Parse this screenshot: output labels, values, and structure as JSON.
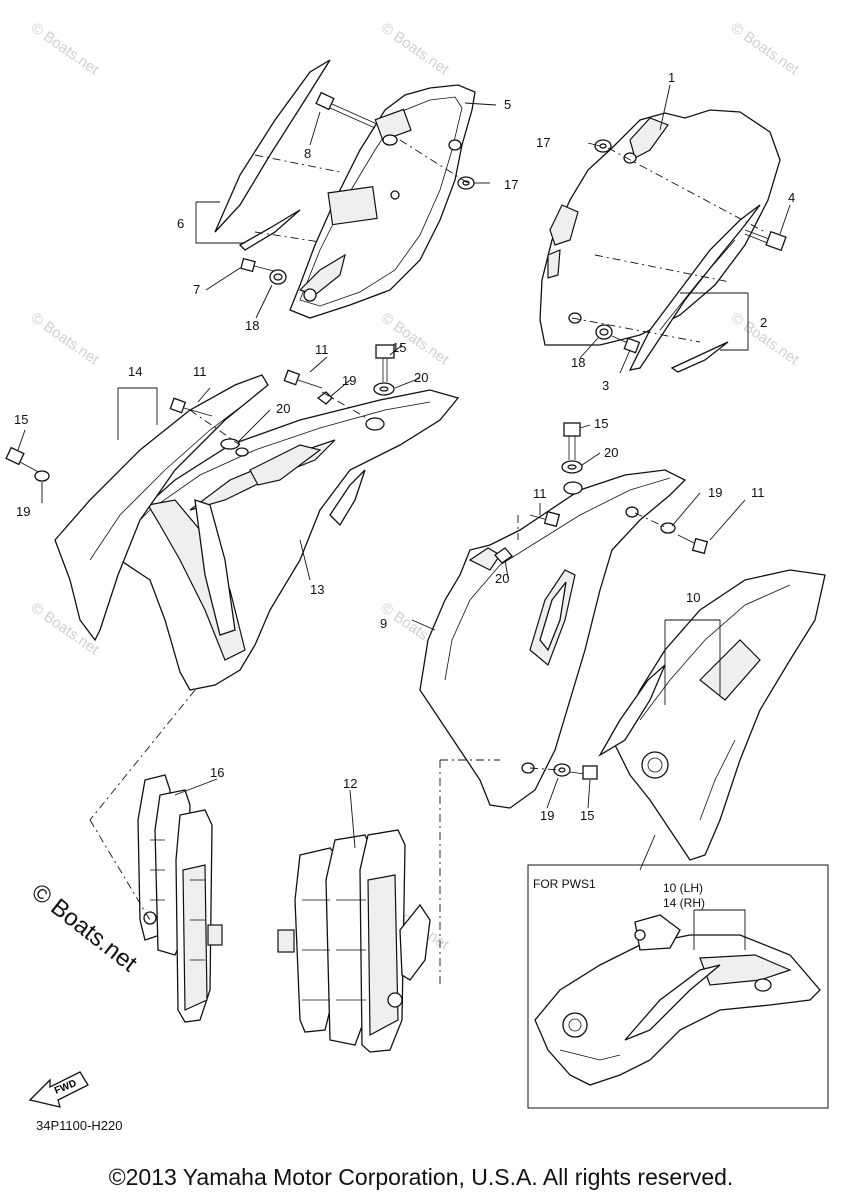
{
  "watermark_text": "© Boats.net",
  "big_watermark_text": "© Boats.net",
  "fwd_label": "FWD",
  "diagram_code": "34P1100-H220",
  "variant_box": {
    "title": "FOR PWS1",
    "line1": "10 (LH)",
    "line2": "14 (RH)"
  },
  "copyright": "©2013 Yamaha Motor Corporation, U.S.A. All rights reserved.",
  "callouts": [
    {
      "id": "c1",
      "text": "1"
    },
    {
      "id": "c2",
      "text": "2"
    },
    {
      "id": "c3",
      "text": "3"
    },
    {
      "id": "c4",
      "text": "4"
    },
    {
      "id": "c5",
      "text": "5"
    },
    {
      "id": "c6",
      "text": "6"
    },
    {
      "id": "c7",
      "text": "7"
    },
    {
      "id": "c8",
      "text": "8"
    },
    {
      "id": "c9",
      "text": "9"
    },
    {
      "id": "c10",
      "text": "10"
    },
    {
      "id": "c10b",
      "text": "10"
    },
    {
      "id": "c11a",
      "text": "11"
    },
    {
      "id": "c11b",
      "text": "11"
    },
    {
      "id": "c11c",
      "text": "11"
    },
    {
      "id": "c11d",
      "text": "11"
    },
    {
      "id": "c12",
      "text": "12"
    },
    {
      "id": "c13",
      "text": "13"
    },
    {
      "id": "c14",
      "text": "14"
    },
    {
      "id": "c15a",
      "text": "15"
    },
    {
      "id": "c15b",
      "text": "15"
    },
    {
      "id": "c15c",
      "text": "15"
    },
    {
      "id": "c15d",
      "text": "15"
    },
    {
      "id": "c16",
      "text": "16"
    },
    {
      "id": "c17a",
      "text": "17"
    },
    {
      "id": "c17b",
      "text": "17"
    },
    {
      "id": "c18a",
      "text": "18"
    },
    {
      "id": "c18b",
      "text": "18"
    },
    {
      "id": "c19a",
      "text": "19"
    },
    {
      "id": "c19b",
      "text": "19"
    },
    {
      "id": "c19c",
      "text": "19"
    },
    {
      "id": "c19d",
      "text": "19"
    },
    {
      "id": "c20a",
      "text": "20"
    },
    {
      "id": "c20b",
      "text": "20"
    },
    {
      "id": "c20c",
      "text": "20"
    },
    {
      "id": "c20d",
      "text": "20"
    }
  ]
}
